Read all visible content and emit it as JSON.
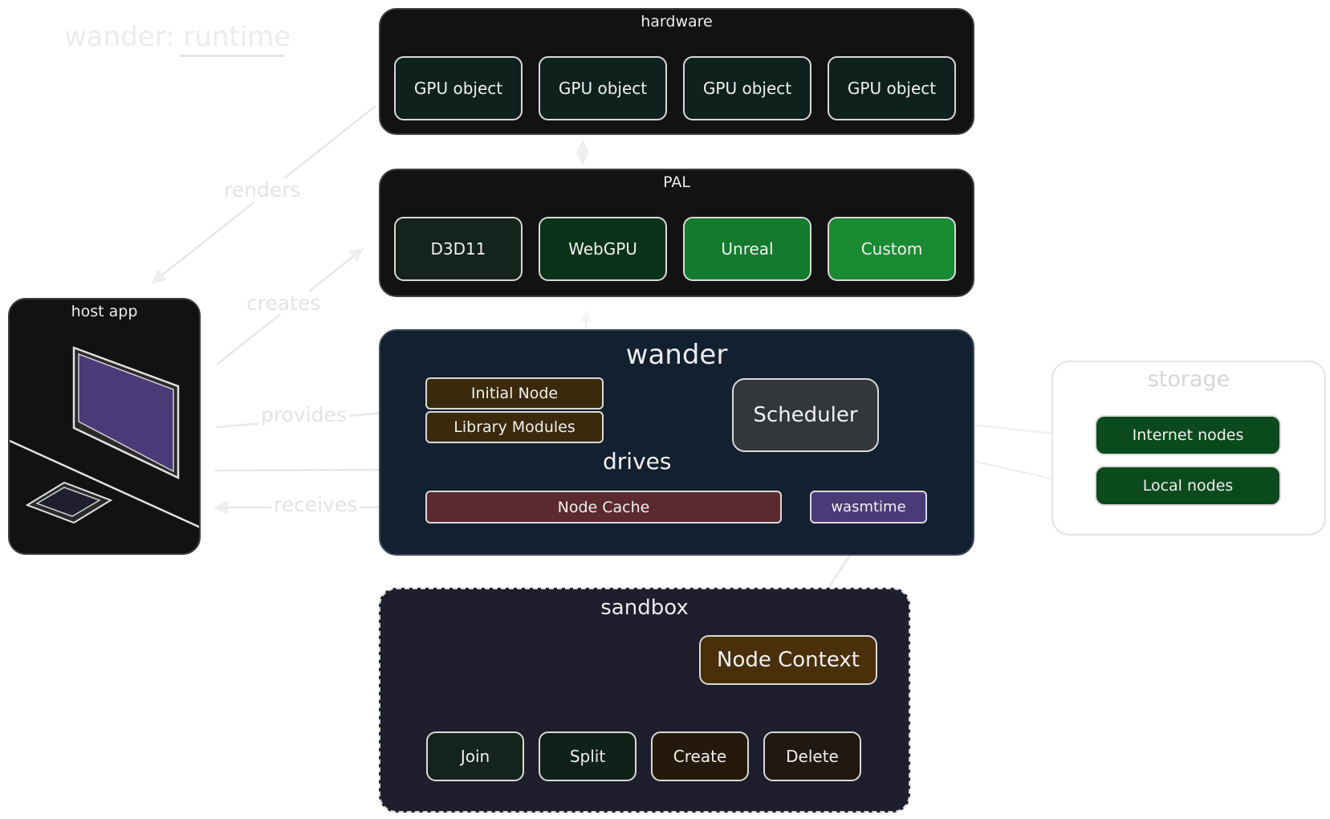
{
  "title": "wander: runtime",
  "hardware": {
    "title": "hardware",
    "items": [
      "GPU object",
      "GPU object",
      "GPU object",
      "GPU object"
    ]
  },
  "pal": {
    "title": "PAL",
    "items": [
      "D3D11",
      "WebGPU",
      "Unreal",
      "Custom"
    ]
  },
  "host": {
    "title": "host app"
  },
  "wander": {
    "title": "wander",
    "initial_node": "Initial Node",
    "library_modules": "Library Modules",
    "scheduler": "Scheduler",
    "node_cache": "Node Cache",
    "wasmtime": "wasmtime"
  },
  "storage": {
    "title": "storage",
    "items": [
      "Internet nodes",
      "Local nodes"
    ]
  },
  "sandbox": {
    "title": "sandbox",
    "node_context": "Node Context",
    "ops": [
      "Join",
      "Split",
      "Create",
      "Delete"
    ]
  },
  "edges": {
    "renders": "renders",
    "creates": "creates",
    "provides": "provides",
    "receives": "receives",
    "drives": "drives"
  },
  "colors": {
    "gpu_object": "#0f211c",
    "d3d11": "#14231b",
    "webgpu": "#0a3218",
    "unreal": "#147a2e",
    "custom": "#1a8a33",
    "wander_bg": "#132030",
    "scheduler": "#33373b",
    "initial_node": "#3a2a0b",
    "node_cache": "#5b2a2e",
    "wasmtime": "#4a3b78",
    "storage_item": "#0b4a1c",
    "sandbox_bg": "#1e1e2c",
    "node_context": "#4a300a",
    "screen": "#4b3a78"
  }
}
